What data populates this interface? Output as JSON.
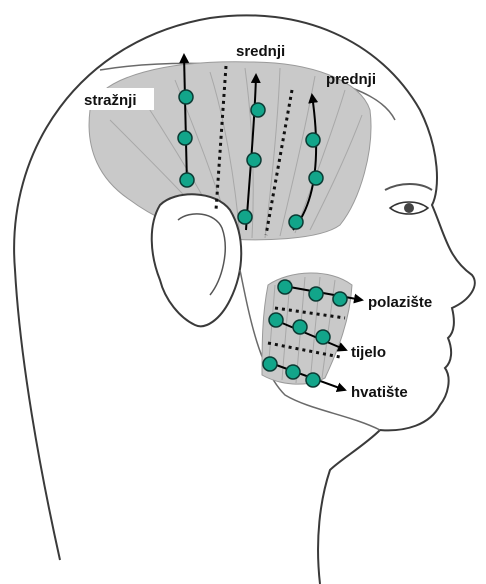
{
  "labels": {
    "posterior": "stražnji",
    "middle": "srednji",
    "anterior": "prednji",
    "origin": "polazište",
    "body": "tijelo",
    "insertion": "hvatište"
  },
  "colors": {
    "point_fill": "#12a58a",
    "point_stroke": "#0b3a33",
    "muscle": "#bdbdbd",
    "outline": "#3a3a3a",
    "arrow": "#000000"
  }
}
